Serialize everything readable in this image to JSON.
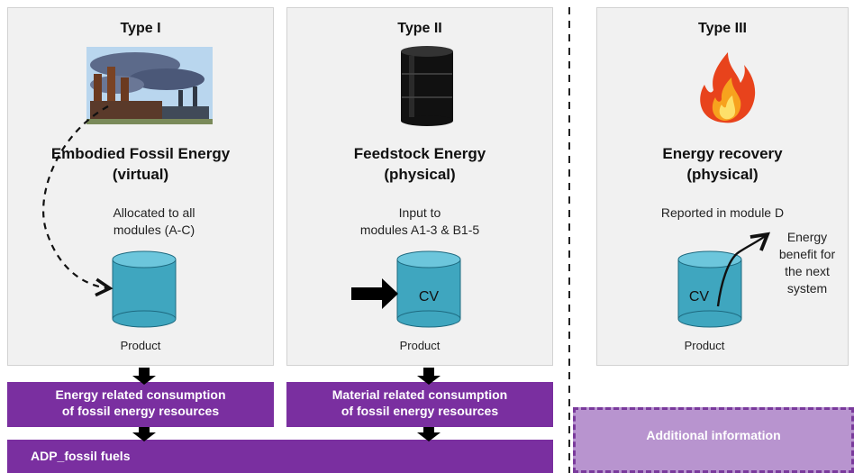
{
  "type1": {
    "title": "Type I",
    "heading_line1": "Embodied Fossil Energy",
    "heading_line2": "(virtual)",
    "desc_line1": "Allocated to all",
    "desc_line2": "modules (A-C)",
    "product": "Product"
  },
  "type2": {
    "title": "Type II",
    "heading_line1": "Feedstock Energy",
    "heading_line2": "(physical)",
    "desc_line1": "Input to",
    "desc_line2": "modules A1-3 & B1-5",
    "cylinder_label": "CV",
    "product": "Product"
  },
  "type3": {
    "title": "Type III",
    "heading_line1": "Energy recovery",
    "heading_line2": "(physical)",
    "desc": "Reported in module D",
    "cylinder_label": "CV",
    "benefit_line1": "Energy",
    "benefit_line2": "benefit for",
    "benefit_line3": "the next",
    "benefit_line4": "system",
    "product": "Product"
  },
  "bars": {
    "energy_line1": "Energy related consumption",
    "energy_line2": "of fossil energy resources",
    "material_line1": "Material related consumption",
    "material_line2": "of fossil energy resources",
    "adp": "ADP_fossil fuels",
    "additional": "Additional information"
  },
  "colors": {
    "panel_bg": "#f1f1f1",
    "purple": "#7a2fa0",
    "cylinder": "#3fa6bf",
    "cylinder_top": "#6cc6dc",
    "additional_bg": "#b894cf"
  }
}
